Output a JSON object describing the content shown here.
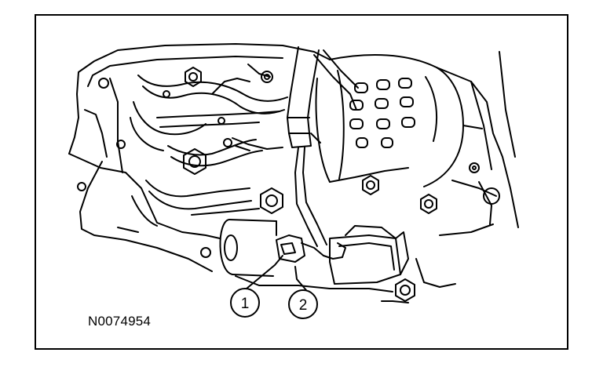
{
  "figure": {
    "id_label": "N0074954",
    "callouts": [
      {
        "number": "1"
      },
      {
        "number": "2"
      }
    ]
  },
  "colors": {
    "line": "#000000",
    "background": "#ffffff"
  }
}
